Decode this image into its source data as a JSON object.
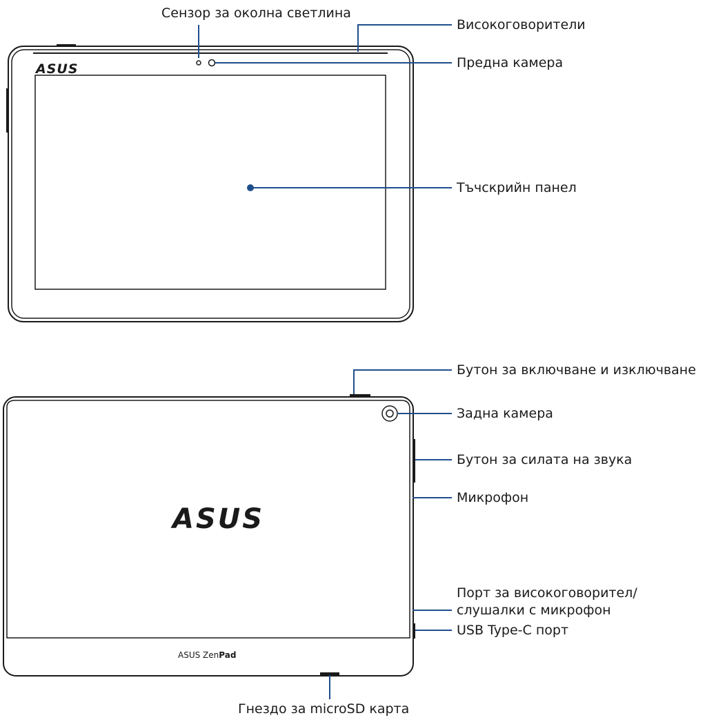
{
  "front_view": {
    "logo": "ASUS",
    "labels": {
      "ambient_light_sensor": "Сензор за околна светлина",
      "speakers": "Високоговорители",
      "front_camera": "Предна камера",
      "touchscreen_panel": "Тъчскрийн панел"
    }
  },
  "back_view": {
    "logo": "ASUS",
    "brand_line_prefix": "ASUS Zen",
    "brand_line_bold": "Pad",
    "labels": {
      "power_button": "Бутон за включване и изключване",
      "rear_camera": "Задна камера",
      "volume_button": "Бутон за силата на звука",
      "microphone": "Микрофон",
      "headphone_port_line1": "Порт за високоговорител/",
      "headphone_port_line2": "слушалки с микрофон",
      "usb_port": "USB Type-C порт",
      "microsd_slot": "Гнездо за microSD карта"
    }
  },
  "colors": {
    "leader_line": "#1f4e8c",
    "device_outline": "#1a1a1a"
  }
}
